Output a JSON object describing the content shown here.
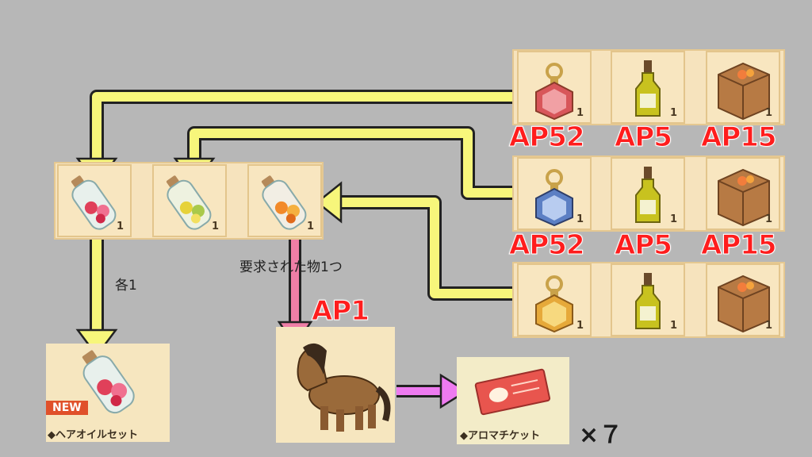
{
  "annotations": {
    "ap_row1": [
      "AP52",
      "AP5",
      "AP15"
    ],
    "ap_row2": [
      "AP52",
      "AP5",
      "AP15"
    ],
    "ap_horse": "AP1",
    "note_each": "各1",
    "note_requested": "要求された物1つ",
    "multiplier": "×７"
  },
  "items": {
    "quantity": "1",
    "hair_oil_set": "◆ヘアオイルセット",
    "new_badge": "NEW",
    "aroma_ticket": "◆アロマチケット"
  },
  "colors": {
    "arrow_yellow": "#f7f67b",
    "arrow_pink": "#ef7ea6",
    "arrow_magenta": "#ee7bf0",
    "ap_red": "#ff1d1d"
  }
}
